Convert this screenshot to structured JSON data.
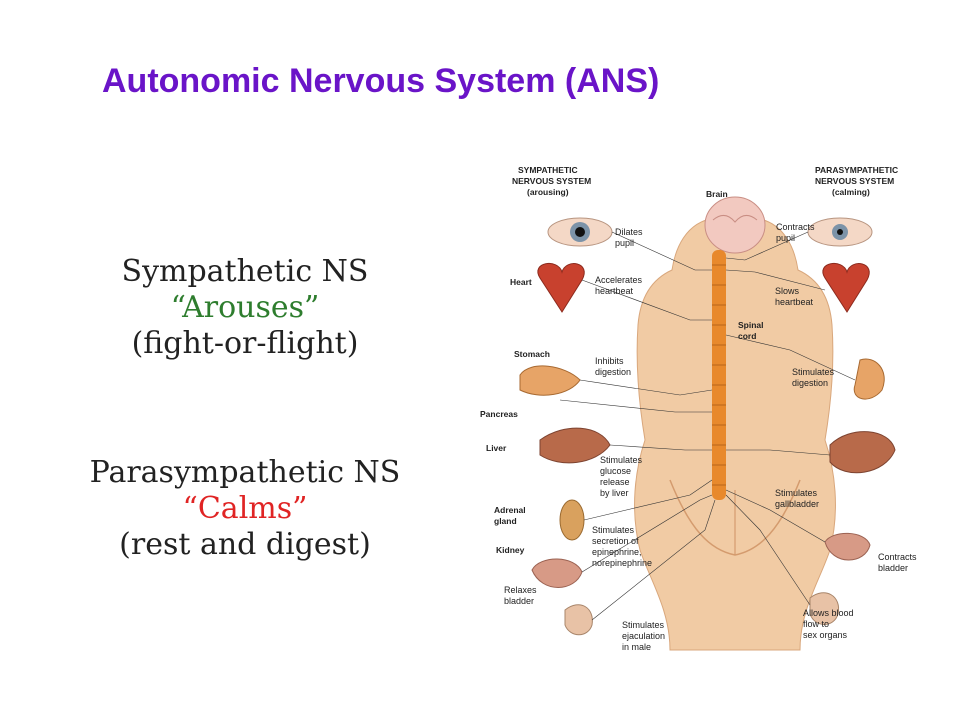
{
  "title": "Autonomic Nervous System (ANS)",
  "sympathetic": {
    "name": "Sympathetic NS",
    "quote": "“Arouses”",
    "desc": "(fight-or-flight)"
  },
  "parasympathetic": {
    "name": "Parasympathetic NS",
    "quote": "“Calms”",
    "desc": "(rest and digest)"
  },
  "figure": {
    "left_header": [
      "SYMPATHETIC",
      "NERVOUS SYSTEM",
      "(arousing)"
    ],
    "right_header": [
      "PARASYMPATHETIC",
      "NERVOUS SYSTEM",
      "(calming)"
    ],
    "brain": "Brain",
    "spinal_cord": [
      "Spinal",
      "cord"
    ],
    "organs_left": {
      "heart": "Heart",
      "stomach": "Stomach",
      "pancreas": "Pancreas",
      "liver": "Liver",
      "adrenal": [
        "Adrenal",
        "gland"
      ],
      "kidney": "Kidney"
    },
    "sym_effects": {
      "pupil": [
        "Dilates",
        "pupil"
      ],
      "heart": [
        "Accelerates",
        "heartbeat"
      ],
      "digestion": [
        "Inhibits",
        "digestion"
      ],
      "glucose": [
        "Stimulates",
        "glucose",
        "release",
        "by liver"
      ],
      "epinephrine": [
        "Stimulates",
        "secretion of",
        "epinephrine,",
        "norepinephrine"
      ],
      "bladder": [
        "Relaxes",
        "bladder"
      ],
      "ejaculation": [
        "Stimulates",
        "ejaculation",
        "in male"
      ]
    },
    "para_effects": {
      "pupil": [
        "Contracts",
        "pupil"
      ],
      "heart": [
        "Slows",
        "heartbeat"
      ],
      "digestion": [
        "Stimulates",
        "digestion"
      ],
      "gallbladder": [
        "Stimulates",
        "gallbladder"
      ],
      "bladder": [
        "Contracts",
        "bladder"
      ],
      "blood": [
        "Allows blood",
        "flow to",
        "sex organs"
      ]
    }
  }
}
